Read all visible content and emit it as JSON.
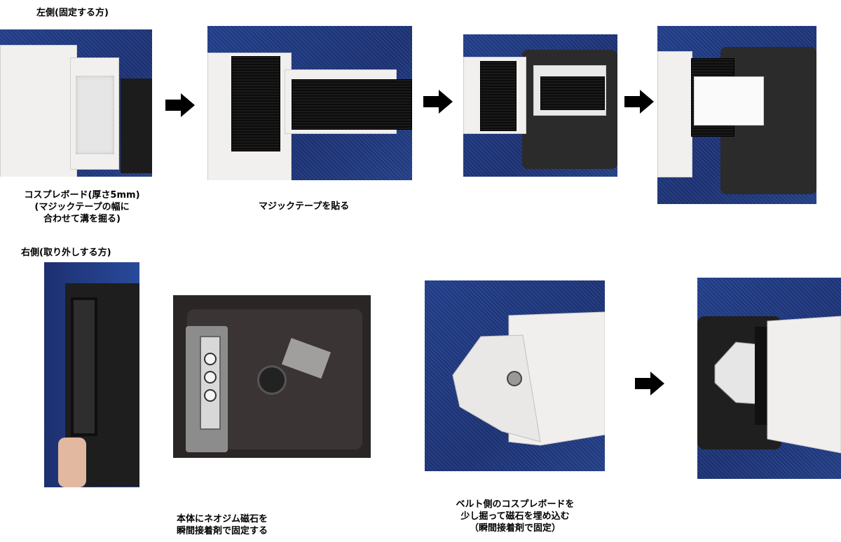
{
  "top_row": {
    "section_title": "左側(固定する方)",
    "caption_1_lines": [
      "コスプレボード(厚さ5mm)",
      "(マジックテープの幅に",
      "合わせて溝を掘る)"
    ],
    "caption_2": "マジックテープを貼る"
  },
  "bottom_row": {
    "section_title": "右側(取り外しする方)",
    "caption_3_lines": [
      "本体にネオジム磁石を",
      "瞬間接着剤で固定する"
    ],
    "caption_4_lines": [
      "ベルト側のコスプレボードを",
      "少し掘って磁石を埋め込む",
      "（瞬間接着剤で固定）"
    ]
  },
  "icons": {
    "arrow": "right-arrow-icon"
  },
  "colors": {
    "denim": "#1f3a85",
    "board": "#f1f0ee",
    "velcro": "#111111",
    "device": "#2b2b2b"
  }
}
